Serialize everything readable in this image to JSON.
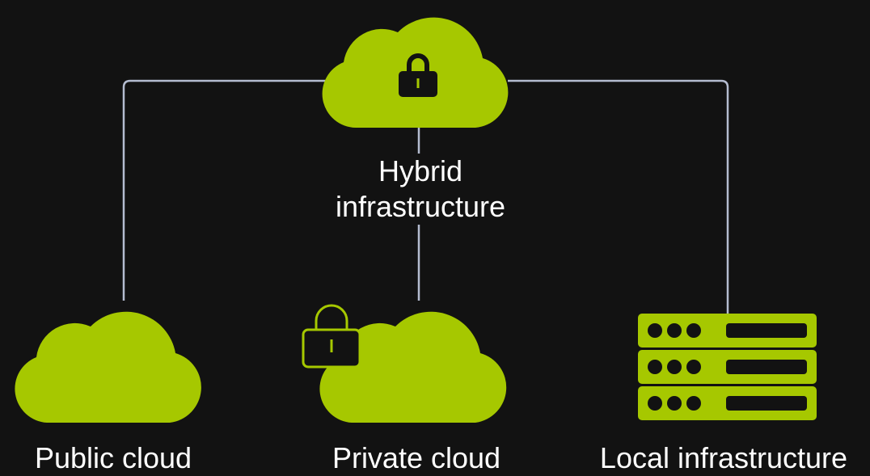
{
  "colors": {
    "background": "#121212",
    "accent": "#a6c800",
    "connector": "#b4bcd0",
    "text": "#ffffff"
  },
  "nodes": {
    "hybrid": {
      "line1": "Hybrid",
      "line2": "infrastructure",
      "icons": [
        "cloud-icon",
        "lock-icon"
      ]
    },
    "public": {
      "label": "Public cloud",
      "icons": [
        "cloud-icon"
      ]
    },
    "private": {
      "label": "Private cloud",
      "icons": [
        "cloud-icon",
        "lock-outline-icon"
      ]
    },
    "local": {
      "label": "Local infrastructure",
      "icons": [
        "server-rack-icon"
      ]
    }
  }
}
